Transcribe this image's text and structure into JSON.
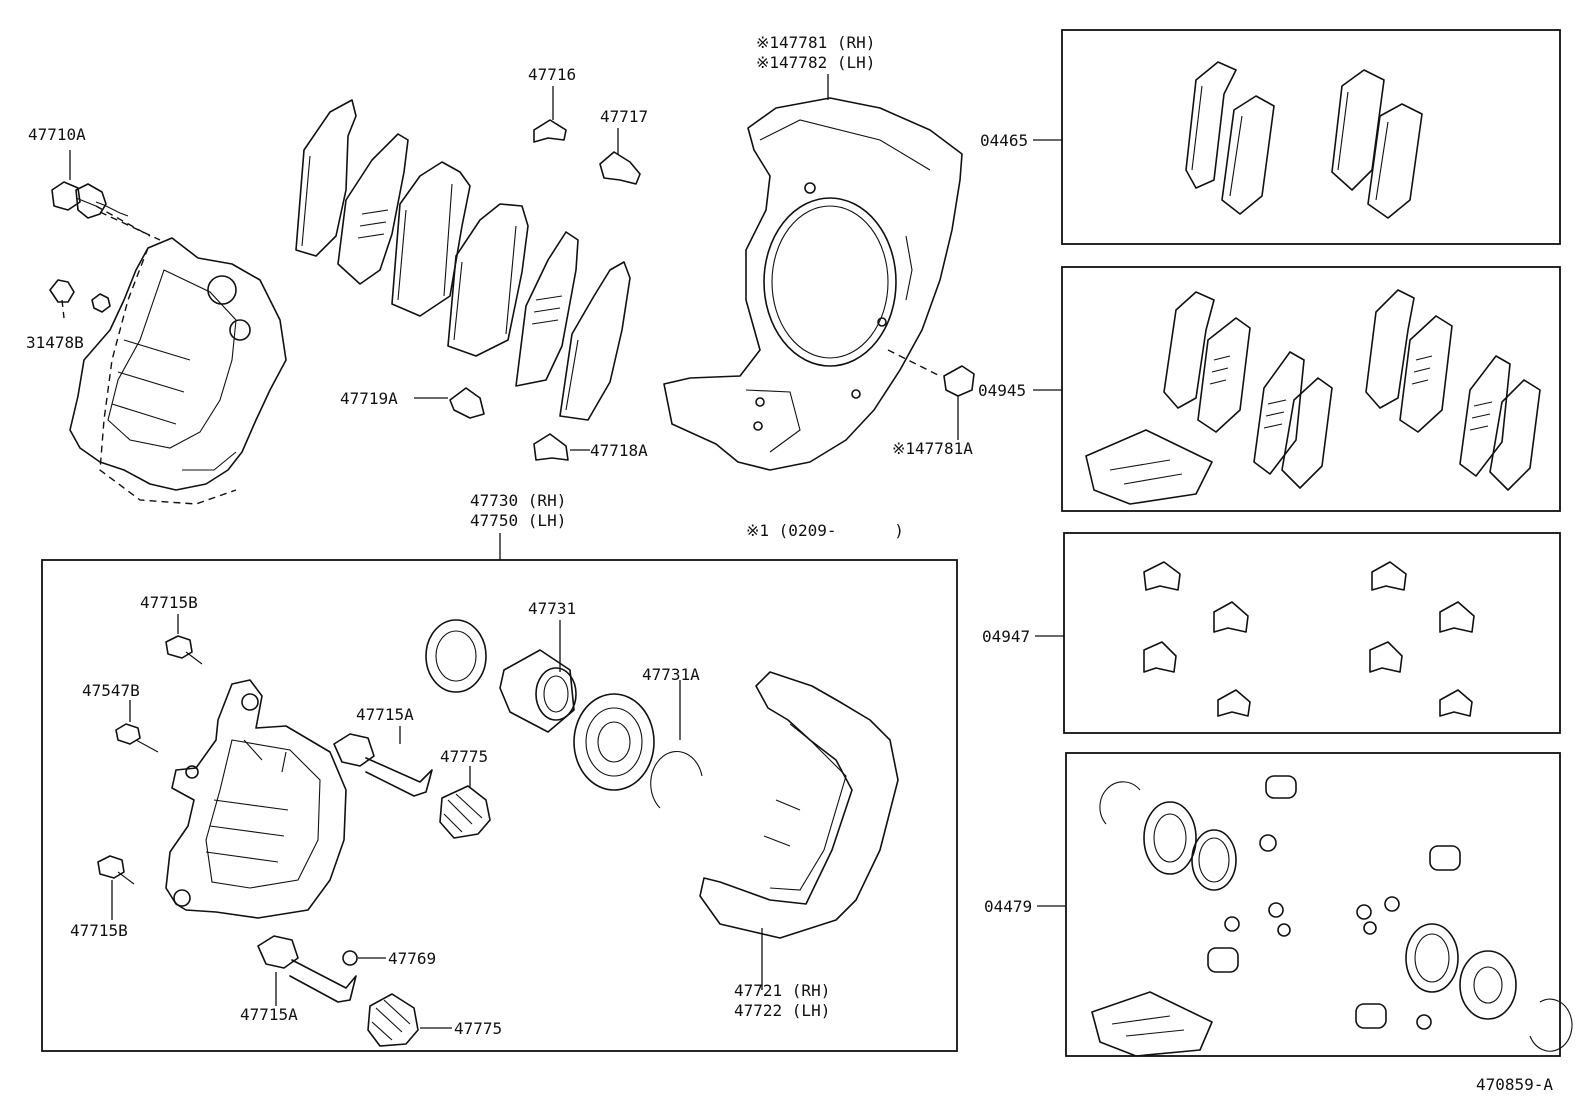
{
  "labels": {
    "p47710A": "47710A",
    "p31478B": "31478B",
    "p47716": "47716",
    "p47717": "47717",
    "p47719A": "47719A",
    "p47718A": "47718A",
    "p47781rh": "※147781 (RH)",
    "p47782lh": "※147782 (LH)",
    "p47781A": "※147781A",
    "p04465": "04465",
    "p04945": "04945",
    "p04947": "04947",
    "p04479": "04479",
    "p47730rh": "47730 (RH)",
    "p47750lh": "47750 (LH)",
    "note1": "※1 (0209-      )",
    "p47715B_top": "47715B",
    "p47547B": "47547B",
    "p47715B_bot": "47715B",
    "p47731": "47731",
    "p47731A": "47731A",
    "p47715A_top": "47715A",
    "p47775_top": "47775",
    "p47769": "47769",
    "p47715A_bot": "47715A",
    "p47775_bot": "47775",
    "p47721rh": "47721 (RH)",
    "p47722lh": "47722 (LH)",
    "diagram_id": "470859-A"
  }
}
